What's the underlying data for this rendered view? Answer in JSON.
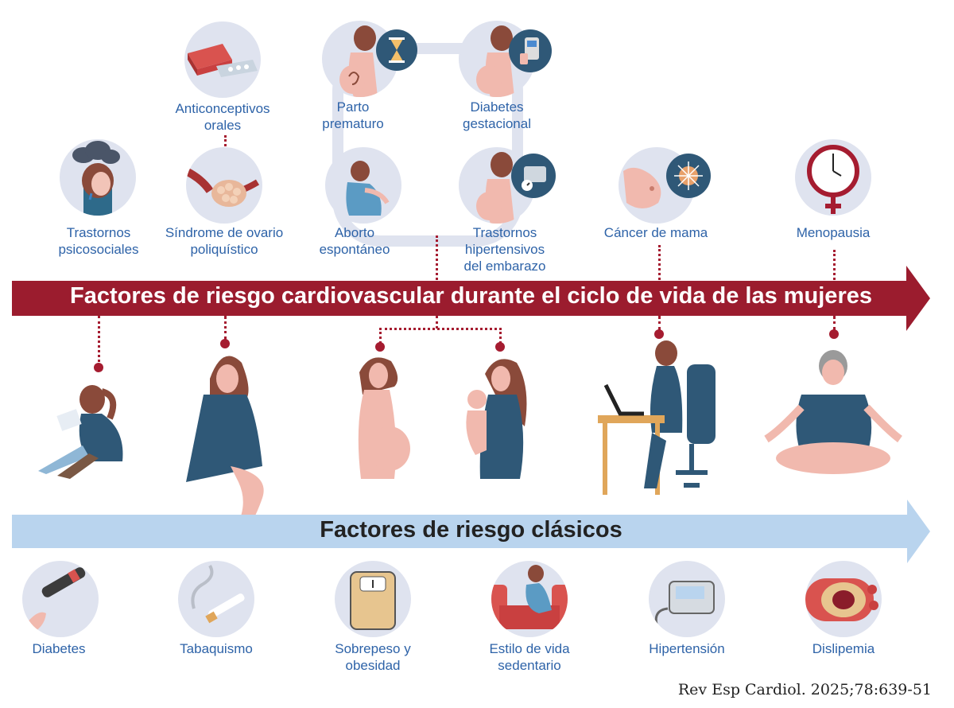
{
  "top_factors": [
    {
      "id": "psicosociales",
      "label": "Trastornos\npsicosociales",
      "icon": "storm-cloud-head-icon"
    },
    {
      "id": "anticonceptivos",
      "label": "Anticonceptivos\norales",
      "icon": "pill-pack-icon"
    },
    {
      "id": "sop",
      "label": "Síndrome de ovario\npoliquístico",
      "icon": "ovary-icon"
    },
    {
      "id": "parto",
      "label": "Parto\nprematuro",
      "icon": "hourglass-icon"
    },
    {
      "id": "diabetes_gest",
      "label": "Diabetes\ngestacional",
      "icon": "glucometer-icon"
    },
    {
      "id": "aborto",
      "label": "Aborto\nespontáneo",
      "icon": "sitting-woman-icon"
    },
    {
      "id": "hipertensivos",
      "label": "Trastornos\nhipertensivos\ndel embarazo",
      "icon": "blood-pressure-cuff-icon"
    },
    {
      "id": "cancer",
      "label": "Cáncer de mama",
      "icon": "breast-cancer-cell-icon"
    },
    {
      "id": "menopausia",
      "label": "Menopausia",
      "icon": "venus-clock-icon"
    }
  ],
  "banner": {
    "title": "Factores de riesgo cardiovascular durante el ciclo de vida de las mujeres",
    "color": "#9b1c2e"
  },
  "classic": {
    "title": "Factores de riesgo clásicos",
    "color": "#b9d4ee"
  },
  "classic_factors": [
    {
      "id": "diabetes",
      "label": "Diabetes",
      "icon": "insulin-pen-icon"
    },
    {
      "id": "tabaquismo",
      "label": "Tabaquismo",
      "icon": "cigarette-icon"
    },
    {
      "id": "sobrepeso",
      "label": "Sobrepeso y\nobesidad",
      "icon": "scale-icon"
    },
    {
      "id": "sedentario",
      "label": "Estilo de vida\nsedentario",
      "icon": "couch-icon"
    },
    {
      "id": "hipertension",
      "label": "Hipertensión",
      "icon": "bp-monitor-icon"
    },
    {
      "id": "dislipemia",
      "label": "Dislipemia",
      "icon": "artery-plaque-icon"
    }
  ],
  "citation": "Rev Esp Cardiol. 2025;78:639-51"
}
